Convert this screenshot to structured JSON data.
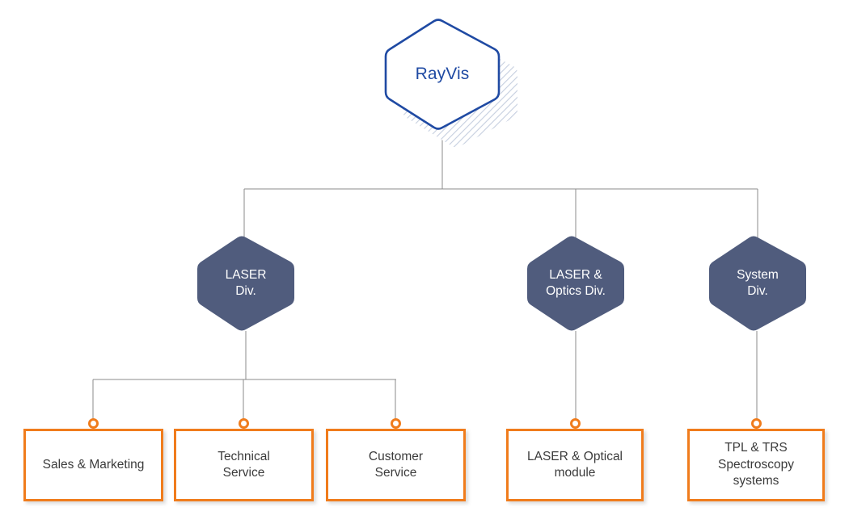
{
  "diagram": {
    "type": "organization-chart",
    "title": "RayVis organizational structure",
    "colors": {
      "root_stroke": "#1f4aa3",
      "root_text": "#1f4aa3",
      "root_fill": "#ffffff",
      "root_shadow_hatch": "#c6cfe0",
      "division_fill": "#505c7d",
      "division_text": "#ffffff",
      "leaf_border": "#f07c1c",
      "leaf_fill": "#ffffff",
      "leaf_text": "#3b3b3b",
      "connector_line": "#8b8b8b"
    },
    "root": {
      "id": "rayvis",
      "label": "RayVis"
    },
    "divisions": [
      {
        "id": "laser-div",
        "label": "LASER\nDiv."
      },
      {
        "id": "laser-optics-div",
        "label": "LASER &\nOptics Div."
      },
      {
        "id": "system-div",
        "label": "System\nDiv."
      }
    ],
    "leaves": [
      {
        "id": "sales-marketing",
        "label": "Sales & Marketing",
        "parent": "laser-div"
      },
      {
        "id": "technical-service",
        "label": "Technical\nService",
        "parent": "laser-div"
      },
      {
        "id": "customer-service",
        "label": "Customer\nService",
        "parent": "laser-div"
      },
      {
        "id": "laser-optical-module",
        "label": "LASER & Optical\nmodule",
        "parent": "laser-optics-div"
      },
      {
        "id": "tpl-trs-spectro",
        "label": "TPL & TRS\nSpectroscopy\nsystems",
        "parent": "system-div"
      }
    ]
  }
}
